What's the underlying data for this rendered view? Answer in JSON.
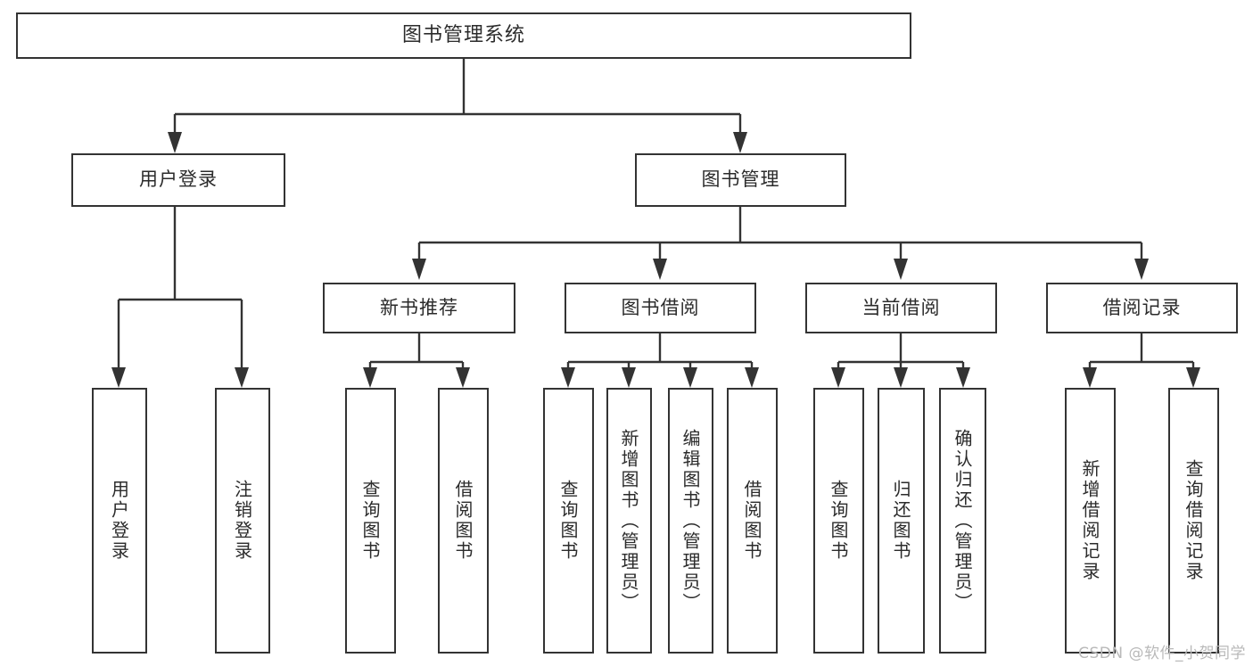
{
  "diagram": {
    "title": "图书管理系统",
    "type": "tree-hierarchy",
    "watermark": "CSDN @软件_小贺同学",
    "colors": {
      "background": "#ffffff",
      "stroke": "#333333",
      "text": "#2b2b2b",
      "watermark": "#b9b9b9"
    },
    "level1": {
      "root": "图书管理系统"
    },
    "level2": [
      {
        "label": "用户登录"
      },
      {
        "label": "图书管理"
      }
    ],
    "level3": [
      {
        "label": "新书推荐"
      },
      {
        "label": "图书借阅"
      },
      {
        "label": "当前借阅"
      },
      {
        "label": "借阅记录"
      }
    ],
    "leaves": {
      "user_login": [
        {
          "label": "用户登录"
        },
        {
          "label": "注销登录"
        }
      ],
      "new_book_recommend": [
        {
          "label": "查询图书"
        },
        {
          "label": "借阅图书"
        }
      ],
      "book_borrow": [
        {
          "label": "查询图书"
        },
        {
          "label": "新增图书（管理员）"
        },
        {
          "label": "编辑图书（管理员）"
        },
        {
          "label": "借阅图书"
        }
      ],
      "current_borrow": [
        {
          "label": "查询图书"
        },
        {
          "label": "归还图书"
        },
        {
          "label": "确认归还（管理员）"
        }
      ],
      "borrow_record": [
        {
          "label": "新增借阅记录"
        },
        {
          "label": "查询借阅记录"
        }
      ]
    }
  }
}
